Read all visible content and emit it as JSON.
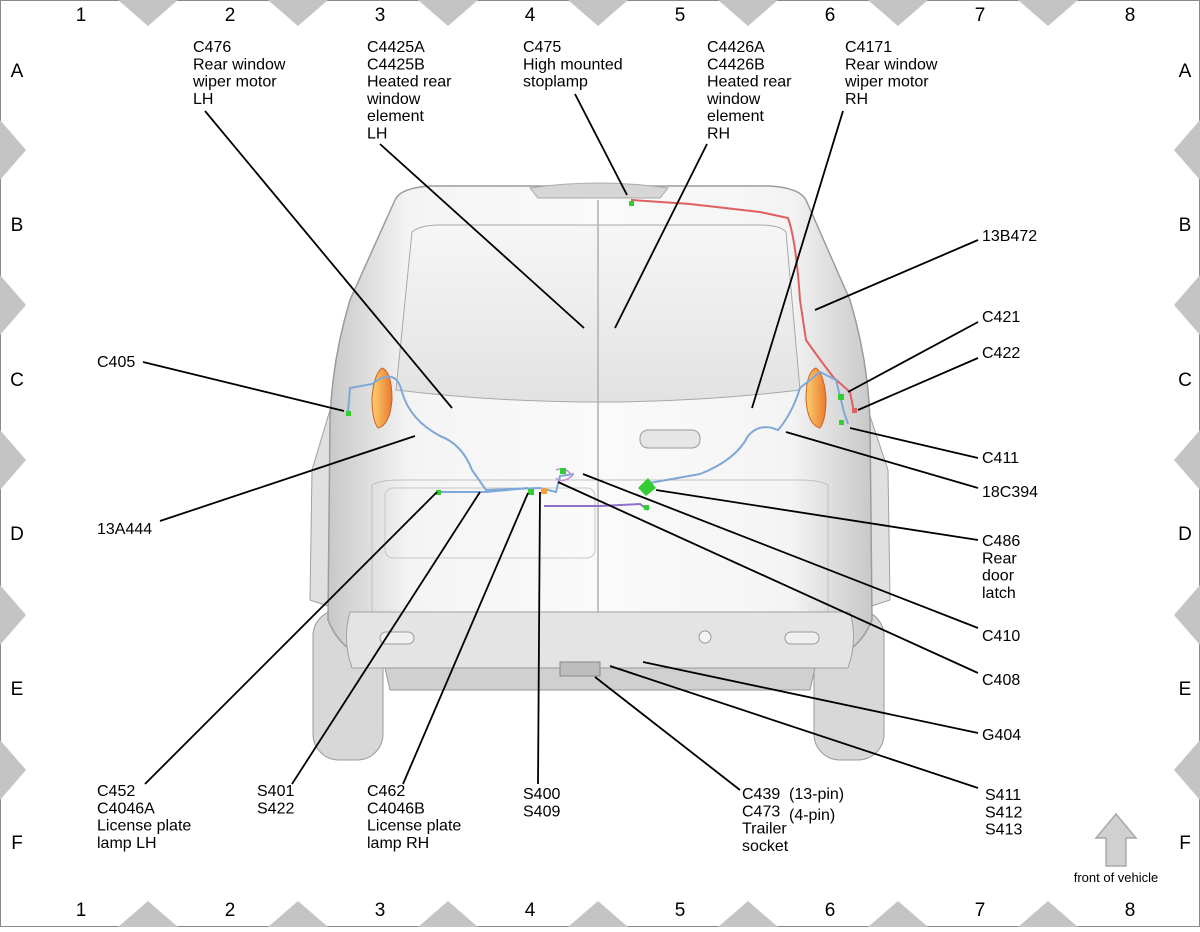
{
  "grid": {
    "columns": [
      "1",
      "2",
      "3",
      "4",
      "5",
      "6",
      "7",
      "8"
    ],
    "rows": [
      "A",
      "B",
      "C",
      "D",
      "E",
      "F"
    ]
  },
  "labels": {
    "c476": [
      "C476",
      "Rear window",
      "wiper motor",
      "LH"
    ],
    "c4425": [
      "C4425A",
      "C4425B",
      "Heated rear",
      "window",
      "element",
      "LH"
    ],
    "c475": [
      "C475",
      "High mounted",
      "stoplamp"
    ],
    "c4426": [
      "C4426A",
      "C4426B",
      "Heated rear",
      "window",
      "element",
      "RH"
    ],
    "c4171": [
      "C4171",
      "Rear window",
      "wiper motor",
      "RH"
    ],
    "13b472": [
      "13B472"
    ],
    "c421": [
      "C421"
    ],
    "c422": [
      "C422"
    ],
    "c405": [
      "C405"
    ],
    "c411": [
      "C411"
    ],
    "18c394": [
      "18C394"
    ],
    "13a444": [
      "13A444"
    ],
    "c486": [
      "C486",
      "Rear",
      "door",
      "latch"
    ],
    "c410": [
      "C410"
    ],
    "c408": [
      "C408"
    ],
    "g404": [
      "G404"
    ],
    "c452": [
      "C452",
      "C4046A",
      "License plate",
      "lamp LH"
    ],
    "s401": [
      "S401",
      "S422"
    ],
    "c462": [
      "C462",
      "C4046B",
      "License plate",
      "lamp RH"
    ],
    "s400": [
      "S400",
      "S409"
    ],
    "c439": [
      "C439",
      "C473",
      "Trailer",
      "socket"
    ],
    "s411": [
      "S411",
      "S412",
      "S413"
    ]
  },
  "pin_notes": {
    "c439": "(13-pin)",
    "c473": "(4-pin)"
  },
  "front_of_vehicle": "front of vehicle",
  "colors": {
    "harness_blue": "#7fa8d8",
    "harness_red": "#e06060",
    "harness_purple": "#9070c8",
    "connector_green": "#33cc33",
    "lamp_orange": "#f0a040"
  }
}
